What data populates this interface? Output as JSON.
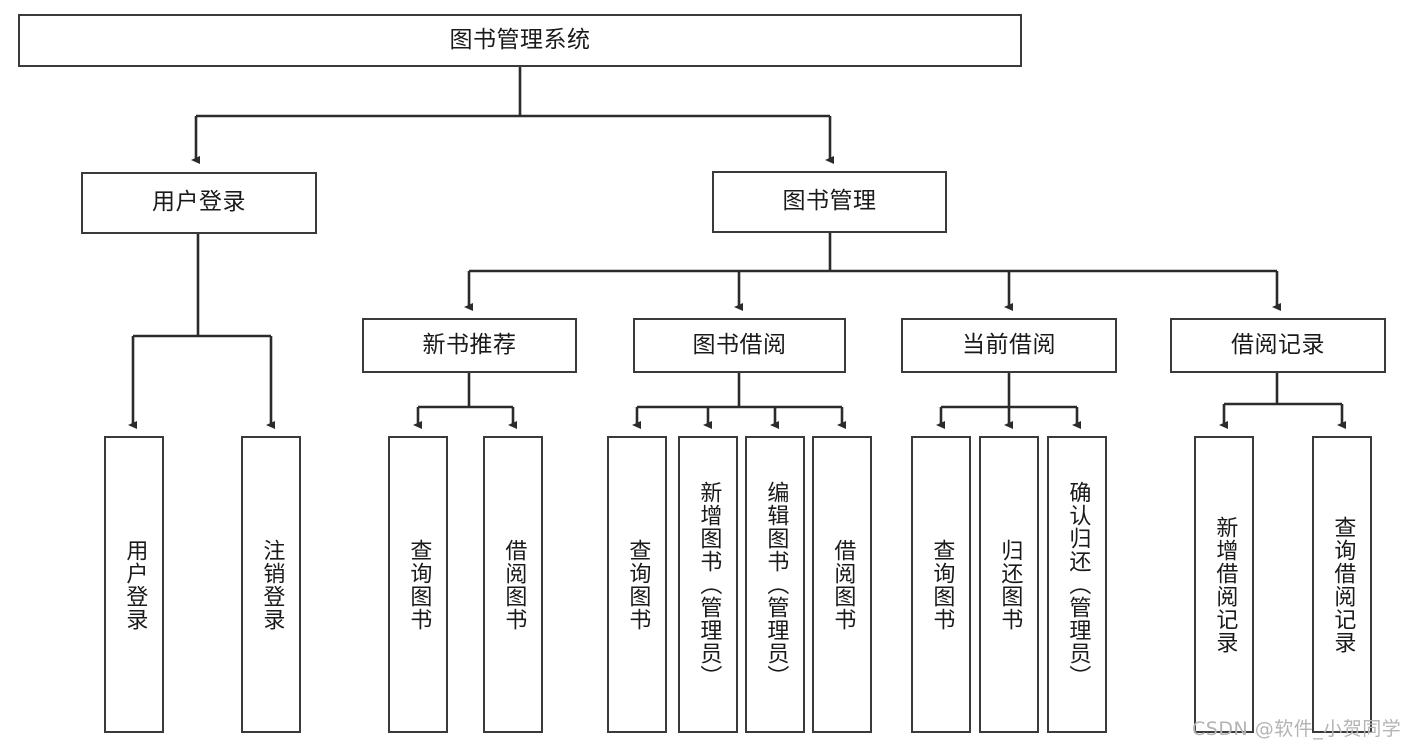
{
  "diagram": {
    "type": "tree",
    "title": "图书管理系统",
    "orientation": "top-down",
    "colors": {
      "node_border": "#3a3a3a",
      "node_fill": "#ffffff",
      "edge": "#2b2b2b",
      "text": "#1a1a1a",
      "watermark": "#b4b4b4"
    },
    "root": {
      "label": "图书管理系统"
    },
    "level1": [
      {
        "label": "用户登录"
      },
      {
        "label": "图书管理"
      }
    ],
    "level2": [
      {
        "label": "新书推荐"
      },
      {
        "label": "图书借阅"
      },
      {
        "label": "当前借阅"
      },
      {
        "label": "借阅记录"
      }
    ],
    "leaves_user_login": [
      {
        "label": "用户登录"
      },
      {
        "label": "注销登录"
      }
    ],
    "leaves_new_book": [
      {
        "label": "查询图书"
      },
      {
        "label": "借阅图书"
      }
    ],
    "leaves_borrow": [
      {
        "label": "查询图书"
      },
      {
        "label": "新增图书（管理员）"
      },
      {
        "label": "编辑图书（管理员）"
      },
      {
        "label": "借阅图书"
      }
    ],
    "leaves_current": [
      {
        "label": "查询图书"
      },
      {
        "label": "归还图书"
      },
      {
        "label": "确认归还（管理员）"
      }
    ],
    "leaves_record": [
      {
        "label": "新增借阅记录"
      },
      {
        "label": "查询借阅记录"
      }
    ]
  },
  "watermark": {
    "text": "CSDN @软件_小贺同学"
  }
}
